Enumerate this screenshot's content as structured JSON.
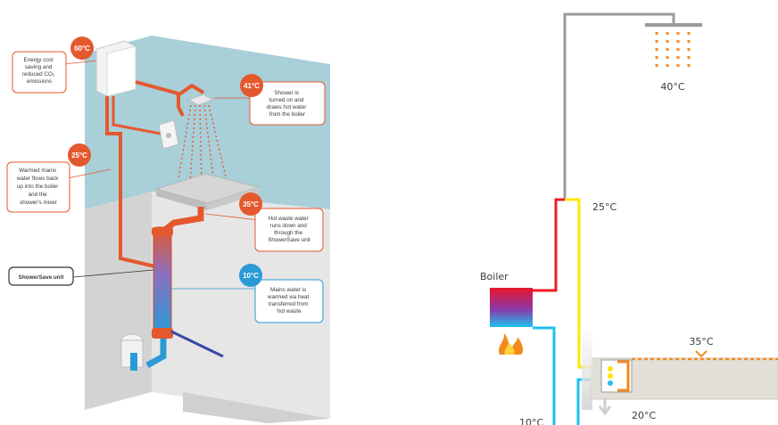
{
  "left": {
    "callouts": {
      "boiler": {
        "temp": "60°C",
        "lines": [
          "Energy cost",
          "saving and",
          "reduced CO₂",
          "emissions"
        ]
      },
      "shower": {
        "temp": "41°C",
        "lines": [
          "Shower is",
          "turned on and",
          "draws hot water",
          "from the boiler"
        ]
      },
      "mains_up": {
        "temp": "25°C",
        "lines": [
          "Warmed mains",
          "water flows back",
          "up into the boiler",
          "and the",
          "shower's mixer"
        ]
      },
      "waste": {
        "temp": "35°C",
        "lines": [
          "Hot waste water",
          "runs down and",
          "through the",
          "ShowerSave unit"
        ]
      },
      "unit": {
        "label": "ShowerSave unit"
      },
      "mains_in": {
        "temp": "10°C",
        "lines": [
          "Mains water is",
          "warmed via heat",
          "transferred from",
          "hot waste"
        ]
      }
    },
    "colors": {
      "orange": "#e4582e",
      "blue": "#2a9ad6",
      "wall": "#a9cfd9",
      "slab": "#d6d6d6"
    }
  },
  "right": {
    "shower_temp": "40°C",
    "pipe_temp": "25°C",
    "boiler_label": "Boiler",
    "tray_temp": "35°C",
    "drain_temp": "20°C",
    "inlet_temp": "10°C",
    "colors": {
      "hot": "#ee1c25",
      "warm": "#ffe600",
      "cold": "#1ec0f0",
      "mixed": "#9b9b9b",
      "spray": "#f28a1e"
    }
  }
}
